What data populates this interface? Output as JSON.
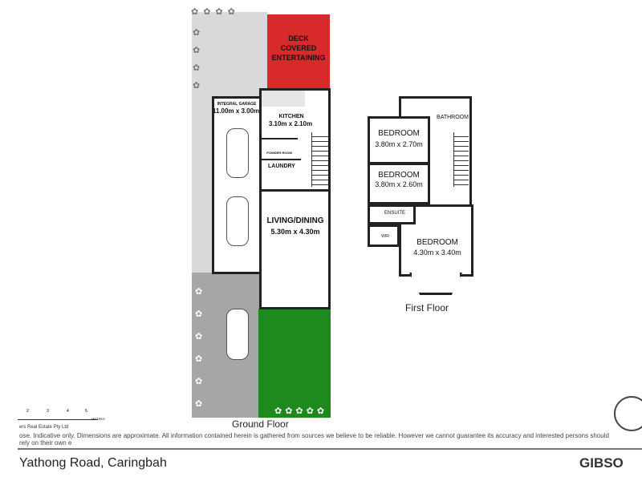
{
  "ground_floor": {
    "label": "Ground Floor",
    "deck": "DECK COVERED ENTERTAINING",
    "garage": {
      "name": "INTEGRAL GARAGE",
      "size": "11.00m x 3.00m"
    },
    "kitchen": {
      "name": "KITCHEN",
      "size": "3.10m x 2.10m"
    },
    "powder_room": "POWDER ROOM",
    "laundry": "LAUNDRY",
    "living": {
      "name": "LIVING/DINING",
      "size": "5.30m x 4.30m"
    }
  },
  "first_floor": {
    "label": "First Floor",
    "bathroom": "BATHROOM",
    "bedroom1": {
      "name": "BEDROOM",
      "size": "3.80m x 2.70m"
    },
    "bedroom2": {
      "name": "BEDROOM",
      "size": "3.80m x 2.60m"
    },
    "ensuite": "ENSUITE",
    "wir": "WIR",
    "bedroom3": {
      "name": "BEDROOM",
      "size": "4.30m x 3.40m"
    }
  },
  "scale": {
    "ticks": [
      "2",
      "3",
      "4",
      "5"
    ],
    "unit": "METRES"
  },
  "company": "ers Real Estate Pty Ltd",
  "disclaimer": "ose. Indicative only. Dimensions are approximate. All information contained herein is gathered from sources we believe to be reliable. However we cannot guarantee its accuracy and interested persons should rely on their own e",
  "address": "Yathong Road,  Caringbah",
  "brand": "GIBSO",
  "colors": {
    "deck": "#d82a2a",
    "lawn": "#1e8a1e",
    "driveway": "#d9d9d9",
    "paving": "#a6a6a6"
  }
}
